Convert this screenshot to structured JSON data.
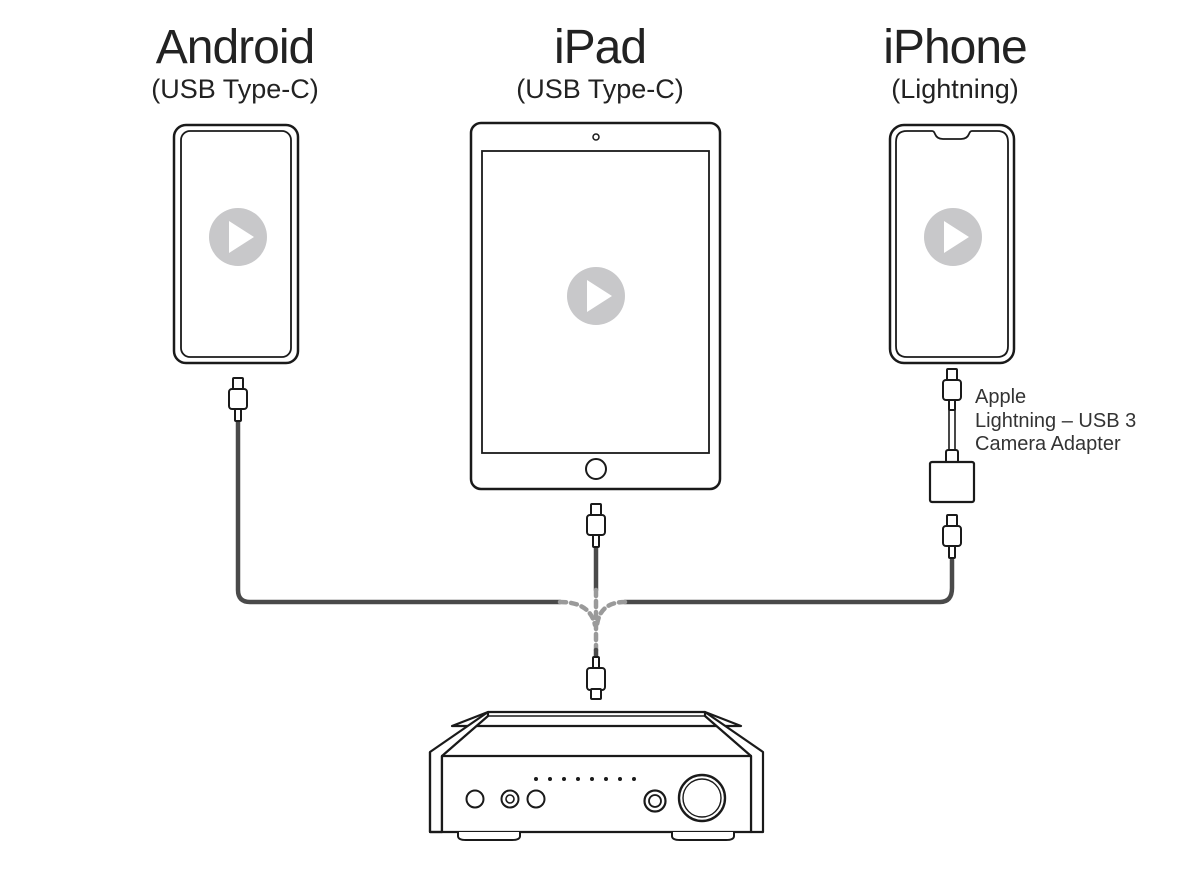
{
  "devices": {
    "android": {
      "title": "Android",
      "subtitle": "(USB Type-C)"
    },
    "ipad": {
      "title": "iPad",
      "subtitle": "(USB Type-C)"
    },
    "iphone": {
      "title": "iPhone",
      "subtitle": "(Lightning)"
    }
  },
  "adapter": {
    "lines": [
      "Apple",
      "Lightning – USB 3",
      "Camera Adapter"
    ]
  },
  "colors": {
    "stroke": "#1a1a1a",
    "cable": "#4a4a4a",
    "cable_dashed": "#9a9a9a",
    "play_icon_bg": "#c8c8ca",
    "play_icon_fg": "#ffffff"
  }
}
